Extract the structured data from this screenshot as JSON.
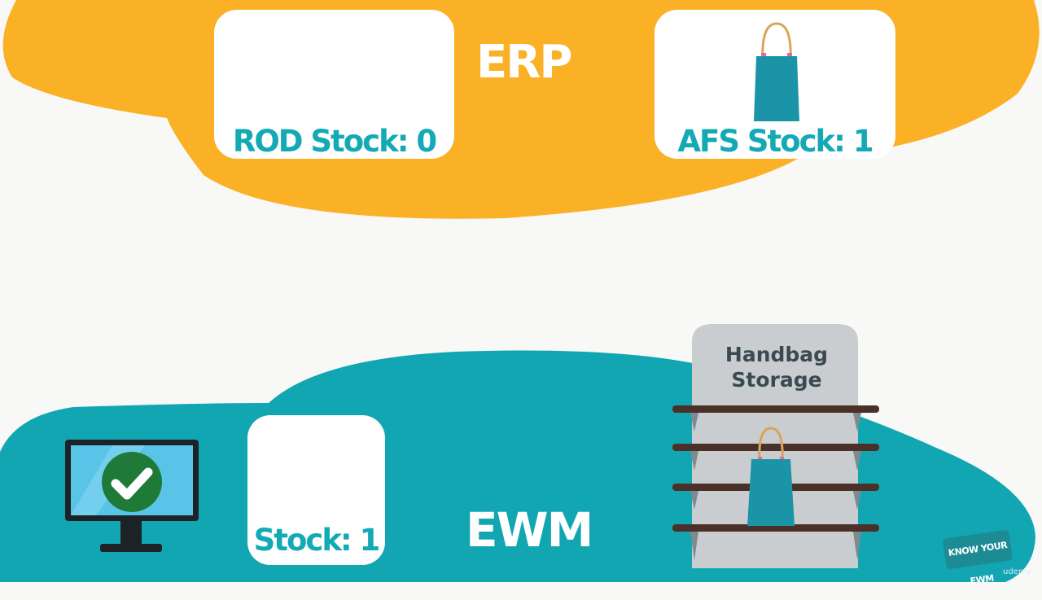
{
  "erp": {
    "title": "ERP",
    "rod_card": {
      "label": "ROD Stock: 0"
    },
    "afs_card": {
      "label": "AFS Stock: 1"
    }
  },
  "ewm": {
    "title": "EWM",
    "stock_card": {
      "label": "Stock: 1"
    },
    "storage": {
      "label_line1": "Handbag",
      "label_line2": "Storage"
    }
  },
  "branding": {
    "logo_text": "KNOW YOUR EWM",
    "watermark": "udemy"
  },
  "colors": {
    "erp_blob": "#fbb126",
    "ewm_blob": "#12a6b3",
    "card_text": "#13a9b5",
    "bag": "#1b94a8",
    "bag_handle": "#d9a45a",
    "shelf": "#4a3028",
    "storage_panel": "#c9cdd0",
    "check_circle": "#1f7a38"
  },
  "icons": [
    "handbag-icon",
    "computer-monitor-icon",
    "checkmark-icon"
  ]
}
